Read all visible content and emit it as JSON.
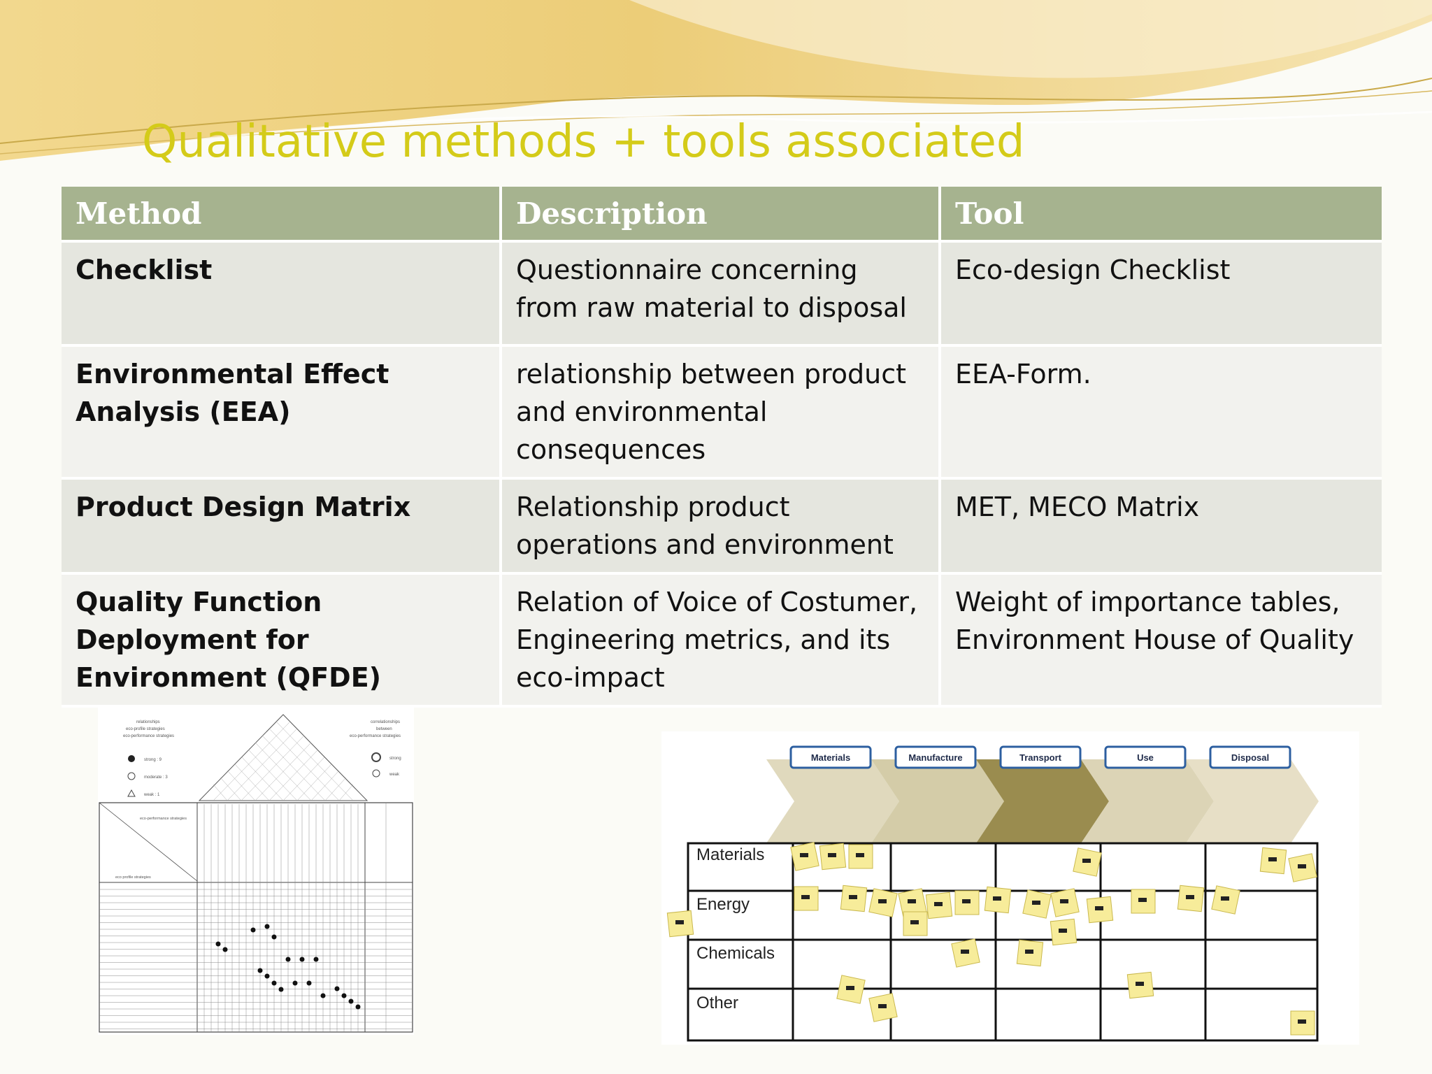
{
  "slide": {
    "title": "Qualitative methods + tools associated"
  },
  "table": {
    "headers": {
      "method": "Method",
      "description": "Description",
      "tool": "Tool"
    },
    "rows": [
      {
        "method": "Checklist",
        "description": "Questionnaire concerning from raw material to disposal",
        "tool": "Eco-design Checklist"
      },
      {
        "method": "Environmental Effect Analysis (EEA)",
        "description": "relationship between product and environmental consequences",
        "tool": "EEA-Form."
      },
      {
        "method": "Product Design Matrix",
        "description": "Relationship product operations and environment",
        "tool": "MET, MECO Matrix"
      },
      {
        "method": "Quality Function Deployment for Environment (QFDE)",
        "description": "Relation of Voice of Costumer, Engineering metrics, and its eco-impact",
        "tool": "Weight of importance tables, Environment House of Quality"
      }
    ]
  },
  "figures": {
    "qfde": {
      "legend_left": [
        "relationships",
        "eco-profile strategies",
        "eco-performance strategies"
      ],
      "legend_strong": "strong : 9",
      "legend_moderate": "moderate : 3",
      "legend_weak": "weak : 1",
      "legend_right": [
        "correlationships",
        "between",
        "eco-performance strategies"
      ],
      "legend_right_strong": "strong",
      "legend_right_weak": "weak",
      "corner_top": "eco-performance strategies",
      "corner_bottom": "eco profile strategies"
    },
    "meco": {
      "stages": [
        "Materials",
        "Manufacture",
        "Transport",
        "Use",
        "Disposal"
      ],
      "rows": [
        "Materials",
        "Energy",
        "Chemicals",
        "Other"
      ]
    }
  },
  "colors": {
    "title": "#d4cb19",
    "header_bg": "#a6b38f",
    "row_odd": "#e5e6df",
    "row_even": "#f2f2ee",
    "wave": "#e9c66b"
  }
}
